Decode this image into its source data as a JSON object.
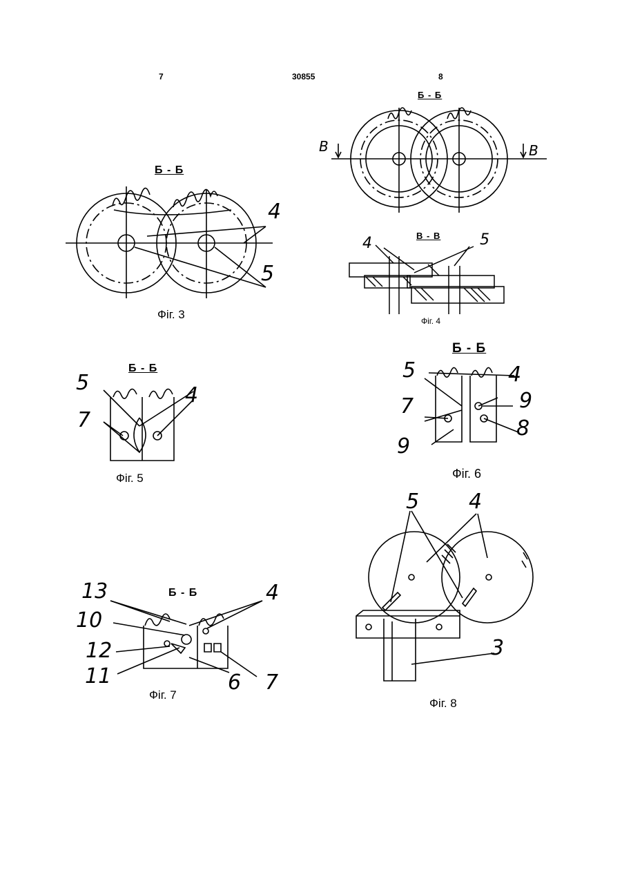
{
  "header": {
    "page_left": "7",
    "patent_number": "30855",
    "page_right": "8"
  },
  "figures": [
    {
      "id": "fig3",
      "caption": "Фіг. 3",
      "section": "Б - Б",
      "labels": [
        "4",
        "5"
      ]
    },
    {
      "id": "fig4",
      "caption": "Фіг. 4",
      "section_top": "Б - Б",
      "section_bottom": "В - В",
      "labels": [
        "В",
        "В",
        "4",
        "5"
      ]
    },
    {
      "id": "fig5",
      "caption": "Фіг. 5",
      "section": "Б - Б",
      "labels": [
        "5",
        "4",
        "7"
      ]
    },
    {
      "id": "fig6",
      "caption": "Фіг. 6",
      "section": "Б - Б",
      "labels": [
        "5",
        "4",
        "7",
        "9",
        "8",
        "9"
      ]
    },
    {
      "id": "fig7",
      "caption": "Фіг. 7",
      "section": "Б - Б",
      "labels": [
        "13",
        "4",
        "10",
        "12",
        "11",
        "6",
        "7"
      ]
    },
    {
      "id": "fig8",
      "caption": "Фіг. 8",
      "labels": [
        "5",
        "4",
        "3"
      ]
    }
  ]
}
